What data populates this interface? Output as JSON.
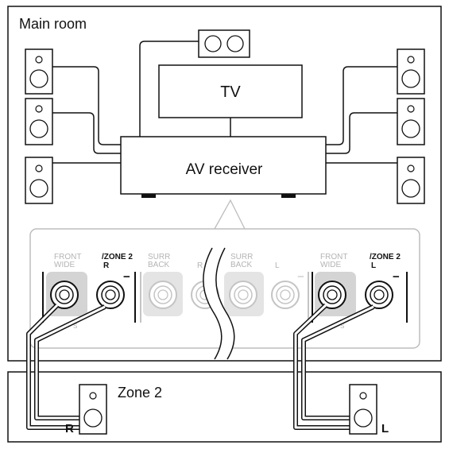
{
  "main_room": {
    "label": "Main room"
  },
  "tv": {
    "label": "TV"
  },
  "receiver": {
    "label": "AV receiver"
  },
  "zone2": {
    "label": "Zone 2"
  },
  "panel": {
    "left": {
      "front_wide": [
        "FRONT",
        "WIDE"
      ],
      "zone2": [
        "/ZONE 2",
        "R"
      ],
      "speaker_b": "SPEAKER B"
    },
    "middle": {
      "surr_back_left": [
        "SURR",
        "BACK"
      ],
      "r": "R",
      "surr_back_right": [
        "SURR",
        "BACK"
      ],
      "l": "L"
    },
    "right": {
      "front_wide": [
        "FRONT",
        "WIDE"
      ],
      "zone2": [
        "/ZONE 2",
        "L"
      ],
      "speaker_b": "SPEAKER B"
    },
    "plus": "+",
    "minus": "−"
  },
  "zone2_speakers": {
    "right": "R",
    "left": "L"
  },
  "colors": {
    "line": "#111111",
    "panel_border": "#bdbdbd",
    "gray": "#c4c4c4"
  }
}
